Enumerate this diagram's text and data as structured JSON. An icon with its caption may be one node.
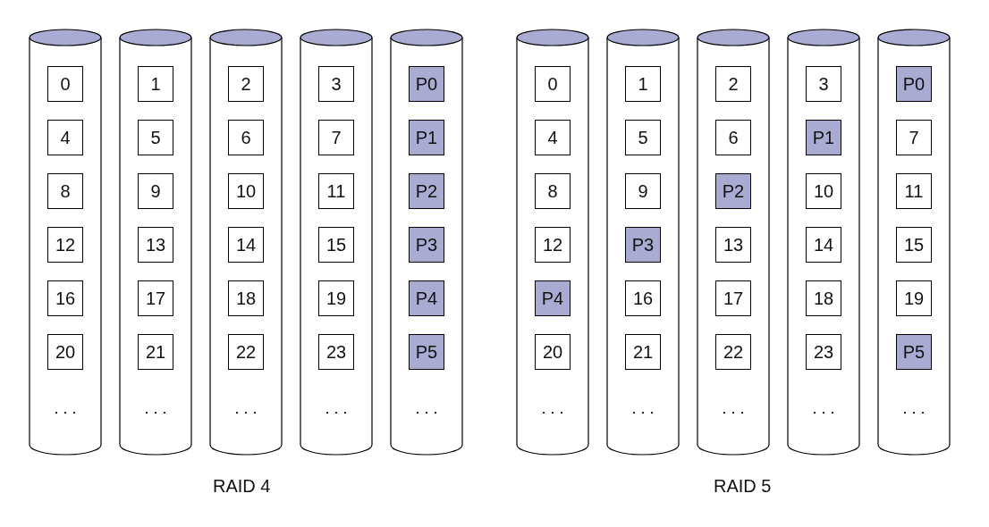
{
  "diagram": {
    "nodes": [
      {
        "text": [
          ". . ."
        ]
      },
      {
        "text": [
          "0"
        ],
        "in": 0
      },
      {
        "text": [
          "4"
        ],
        "in": 0
      },
      {
        "text": [
          "8"
        ],
        "in": 0
      },
      {
        "text": [
          "12"
        ],
        "in": 0
      },
      {
        "text": [
          "16"
        ],
        "in": 0
      },
      {
        "text": [
          "20"
        ],
        "in": 0
      },
      {
        "text": [
          ". . ."
        ]
      },
      {
        "text": [
          "1"
        ],
        "in": 7
      },
      {
        "text": [
          "5"
        ],
        "in": 7
      },
      {
        "text": [
          "9"
        ],
        "in": 7
      },
      {
        "text": [
          "13"
        ],
        "in": 7
      },
      {
        "text": [
          "17"
        ],
        "in": 7
      },
      {
        "text": [
          "21"
        ],
        "in": 7
      },
      {
        "text": [
          ". . ."
        ]
      },
      {
        "text": [
          "2"
        ],
        "in": 14
      },
      {
        "text": [
          "6"
        ],
        "in": 14
      },
      {
        "text": [
          "10"
        ],
        "in": 14
      },
      {
        "text": [
          "14"
        ],
        "in": 14
      },
      {
        "text": [
          "18"
        ],
        "in": 14
      },
      {
        "text": [
          "22"
        ],
        "in": 14
      },
      {
        "text": [
          ". . ."
        ]
      },
      {
        "text": [
          "3"
        ],
        "in": 21
      },
      {
        "text": [
          "7"
        ],
        "in": 21
      },
      {
        "text": [
          "11"
        ],
        "in": 21
      },
      {
        "text": [
          "15"
        ],
        "in": 21
      },
      {
        "text": [
          "19"
        ],
        "in": 21
      },
      {
        "text": [
          "23"
        ],
        "in": 21
      },
      {
        "text": [
          ". . ."
        ]
      },
      {
        "text": [
          "P0"
        ],
        "in": 28
      },
      {
        "text": [
          "P1"
        ],
        "in": 28
      },
      {
        "text": [
          "P2"
        ],
        "in": 28
      },
      {
        "text": [
          "P3"
        ],
        "in": 28
      },
      {
        "text": [
          "P4"
        ],
        "in": 28
      },
      {
        "text": [
          "P5"
        ],
        "in": 28
      },
      {
        "text": [
          ". . ."
        ]
      },
      {
        "text": [
          "0"
        ],
        "in": 35
      },
      {
        "text": [
          "4"
        ],
        "in": 35
      },
      {
        "text": [
          "8"
        ],
        "in": 35
      },
      {
        "text": [
          "12"
        ],
        "in": 35
      },
      {
        "text": [
          "P4"
        ],
        "in": 35
      },
      {
        "text": [
          "20"
        ],
        "in": 35
      },
      {
        "text": [
          ". . ."
        ]
      },
      {
        "text": [
          "1"
        ],
        "in": 42
      },
      {
        "text": [
          "5"
        ],
        "in": 42
      },
      {
        "text": [
          "9"
        ],
        "in": 42
      },
      {
        "text": [
          "P3"
        ],
        "in": 42
      },
      {
        "text": [
          "16"
        ],
        "in": 42
      },
      {
        "text": [
          "21"
        ],
        "in": 42
      },
      {
        "text": [
          ". . ."
        ]
      },
      {
        "text": [
          "2"
        ],
        "in": 49
      },
      {
        "text": [
          "6"
        ],
        "in": 49
      },
      {
        "text": [
          "P2"
        ],
        "in": 49
      },
      {
        "text": [
          "13"
        ],
        "in": 49
      },
      {
        "text": [
          "17"
        ],
        "in": 49
      },
      {
        "text": [
          "22"
        ],
        "in": 49
      },
      {
        "text": [
          ". . ."
        ]
      },
      {
        "text": [
          "3"
        ],
        "in": 56
      },
      {
        "text": [
          "P1"
        ],
        "in": 56
      },
      {
        "text": [
          "10"
        ],
        "in": 56
      },
      {
        "text": [
          "14"
        ],
        "in": 56
      },
      {
        "text": [
          "18"
        ],
        "in": 56
      },
      {
        "text": [
          "23"
        ],
        "in": 56
      },
      {
        "text": [
          ". . ."
        ]
      },
      {
        "text": [
          "P0"
        ],
        "in": 63
      },
      {
        "text": [
          "7"
        ],
        "in": 63
      },
      {
        "text": [
          "11"
        ],
        "in": 63
      },
      {
        "text": [
          "15"
        ],
        "in": 63
      },
      {
        "text": [
          "19"
        ],
        "in": 63
      },
      {
        "text": [
          "P5"
        ],
        "in": 63
      }
    ],
    "labels": [
      "RAID 4",
      "RAID 5"
    ]
  }
}
